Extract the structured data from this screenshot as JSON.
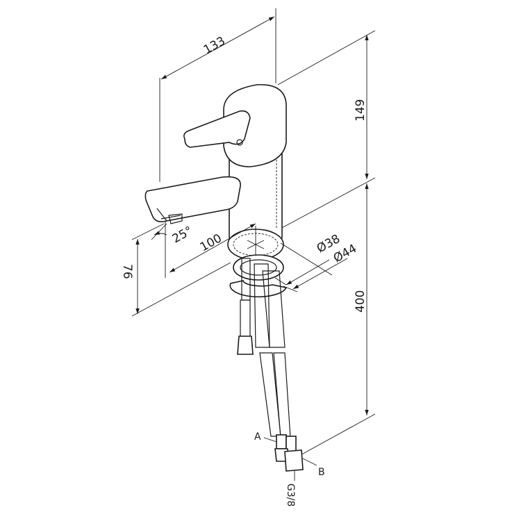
{
  "title": "Faucet dimension drawing",
  "dimensions": {
    "width_133": "133",
    "height_149": "149",
    "hose_400": "400",
    "reach_100": "100",
    "spout_76": "76",
    "angle_25": "25°",
    "dia_38": "Ø38",
    "dia_44": "Ø44"
  },
  "connections": {
    "a": "A",
    "b": "B",
    "thread": "G3/8"
  },
  "colors": {
    "line": "#1a1a1a",
    "background": "#ffffff"
  }
}
